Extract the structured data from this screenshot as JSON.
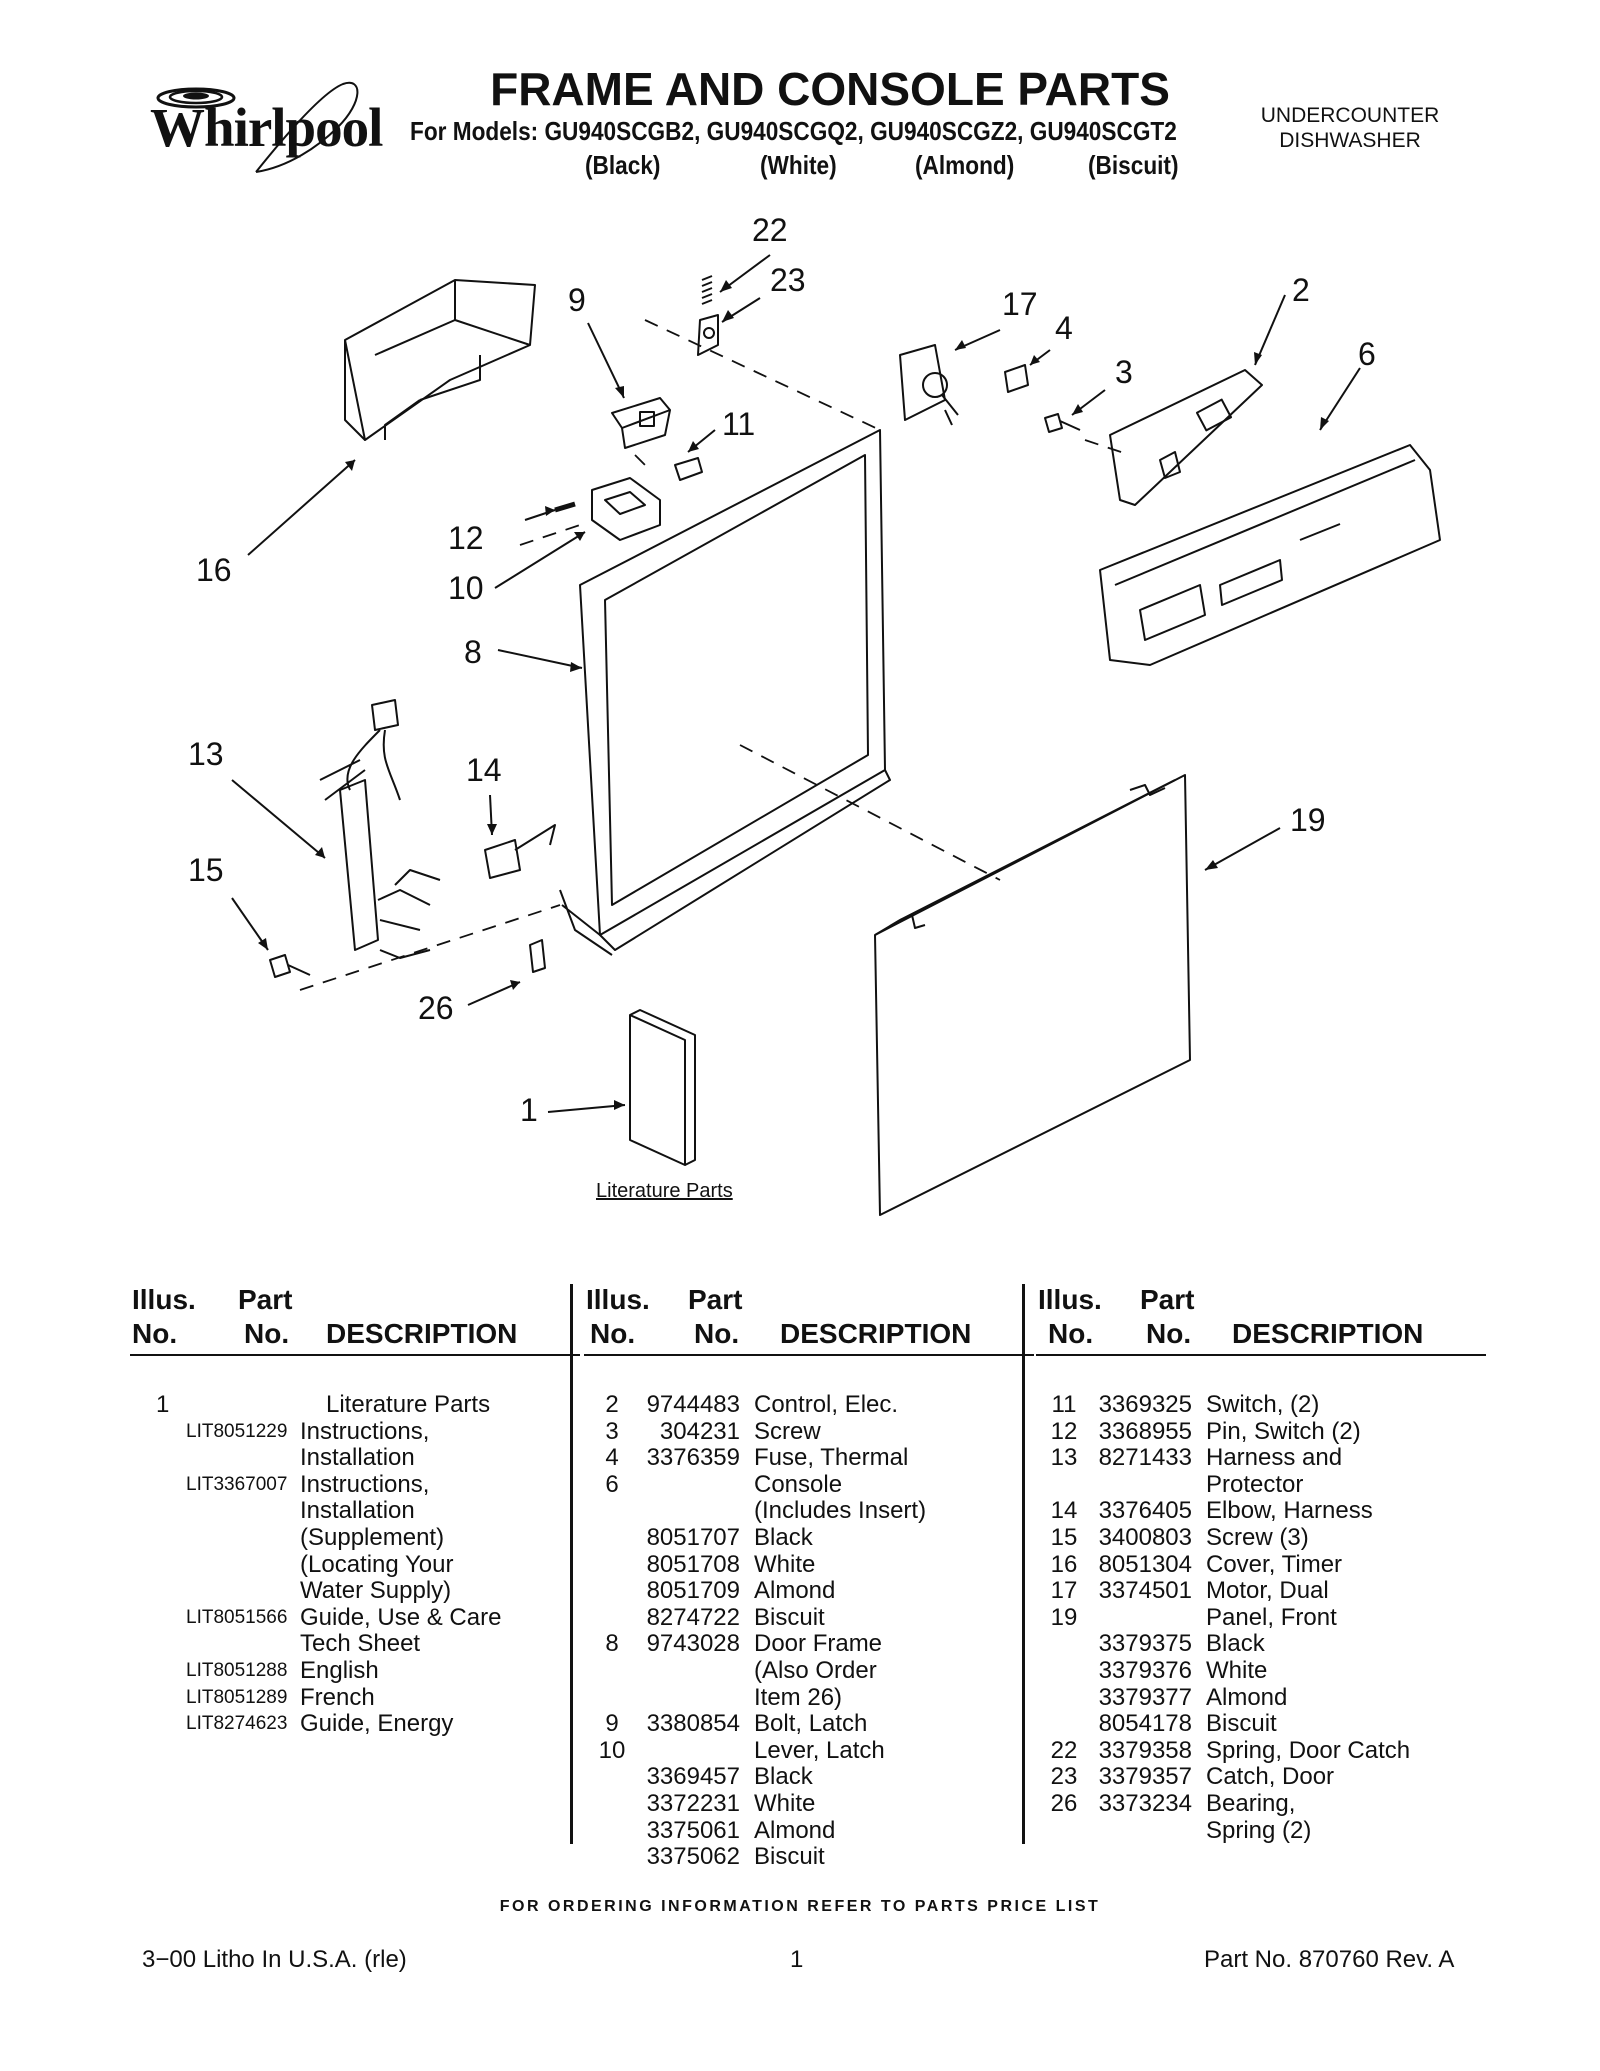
{
  "header": {
    "brand": "Whirlpool",
    "title": "FRAME AND CONSOLE PARTS",
    "models_line": "For Models: GU940SCGB2, GU940SCGQ2, GU940SCGZ2, GU940SCGT2",
    "colors": [
      "(Black)",
      "(White)",
      "(Almond)",
      "(Biscuit)"
    ],
    "appliance_type": [
      "UNDERCOUNTER",
      "DISHWASHER"
    ]
  },
  "diagram": {
    "callouts": [
      "22",
      "23",
      "9",
      "17",
      "4",
      "2",
      "3",
      "6",
      "11",
      "12",
      "10",
      "16",
      "8",
      "13",
      "14",
      "19",
      "15",
      "26",
      "1"
    ],
    "literature_caption": "Literature Parts"
  },
  "table_headers": {
    "illus_1": "Illus.",
    "illus_2": "No.",
    "part_1": "Part",
    "part_2": "No.",
    "description": "DESCRIPTION"
  },
  "parts_columns": [
    [
      {
        "illus": "1",
        "part": "",
        "desc": "Literature Parts"
      },
      {
        "illus": "",
        "part": "LIT8051229",
        "desc": "Instructions,"
      },
      {
        "illus": "",
        "part": "",
        "desc": "Installation"
      },
      {
        "illus": "",
        "part": "LIT3367007",
        "desc": "Instructions,"
      },
      {
        "illus": "",
        "part": "",
        "desc": "Installation"
      },
      {
        "illus": "",
        "part": "",
        "desc": "(Supplement)"
      },
      {
        "illus": "",
        "part": "",
        "desc": "(Locating Your"
      },
      {
        "illus": "",
        "part": "",
        "desc": "Water Supply)"
      },
      {
        "illus": "",
        "part": "LIT8051566",
        "desc": "Guide, Use & Care"
      },
      {
        "illus": "",
        "part": "",
        "desc": "Tech Sheet"
      },
      {
        "illus": "",
        "part": "LIT8051288",
        "desc": "English"
      },
      {
        "illus": "",
        "part": "LIT8051289",
        "desc": "French"
      },
      {
        "illus": "",
        "part": "LIT8274623",
        "desc": "Guide, Energy"
      }
    ],
    [
      {
        "illus": "2",
        "part": "9744483",
        "desc": "Control, Elec."
      },
      {
        "illus": "3",
        "part": "304231",
        "desc": "Screw"
      },
      {
        "illus": "4",
        "part": "3376359",
        "desc": "Fuse, Thermal"
      },
      {
        "illus": "6",
        "part": "",
        "desc": "Console"
      },
      {
        "illus": "",
        "part": "",
        "desc": "(Includes Insert)"
      },
      {
        "illus": "",
        "part": "8051707",
        "desc": "Black"
      },
      {
        "illus": "",
        "part": "8051708",
        "desc": "White"
      },
      {
        "illus": "",
        "part": "8051709",
        "desc": "Almond"
      },
      {
        "illus": "",
        "part": "8274722",
        "desc": "Biscuit"
      },
      {
        "illus": "8",
        "part": "9743028",
        "desc": "Door Frame"
      },
      {
        "illus": "",
        "part": "",
        "desc": "(Also Order"
      },
      {
        "illus": "",
        "part": "",
        "desc": "Item 26)"
      },
      {
        "illus": "9",
        "part": "3380854",
        "desc": "Bolt, Latch"
      },
      {
        "illus": "10",
        "part": "",
        "desc": "Lever, Latch"
      },
      {
        "illus": "",
        "part": "3369457",
        "desc": "Black"
      },
      {
        "illus": "",
        "part": "3372231",
        "desc": "White"
      },
      {
        "illus": "",
        "part": "3375061",
        "desc": "Almond"
      },
      {
        "illus": "",
        "part": "3375062",
        "desc": "Biscuit"
      }
    ],
    [
      {
        "illus": "11",
        "part": "3369325",
        "desc": "Switch, (2)"
      },
      {
        "illus": "12",
        "part": "3368955",
        "desc": "Pin, Switch (2)"
      },
      {
        "illus": "13",
        "part": "8271433",
        "desc": "Harness and"
      },
      {
        "illus": "",
        "part": "",
        "desc": "Protector"
      },
      {
        "illus": "14",
        "part": "3376405",
        "desc": "Elbow, Harness"
      },
      {
        "illus": "15",
        "part": "3400803",
        "desc": "Screw (3)"
      },
      {
        "illus": "16",
        "part": "8051304",
        "desc": "Cover, Timer"
      },
      {
        "illus": "17",
        "part": "3374501",
        "desc": "Motor, Dual"
      },
      {
        "illus": "19",
        "part": "",
        "desc": "Panel, Front"
      },
      {
        "illus": "",
        "part": "3379375",
        "desc": "Black"
      },
      {
        "illus": "",
        "part": "3379376",
        "desc": "White"
      },
      {
        "illus": "",
        "part": "3379377",
        "desc": "Almond"
      },
      {
        "illus": "",
        "part": "8054178",
        "desc": "Biscuit"
      },
      {
        "illus": "22",
        "part": "3379358",
        "desc": "Spring, Door Catch"
      },
      {
        "illus": "23",
        "part": "3379357",
        "desc": "Catch, Door"
      },
      {
        "illus": "26",
        "part": "3373234",
        "desc": "Bearing,"
      },
      {
        "illus": "",
        "part": "",
        "desc": "Spring (2)"
      }
    ]
  ],
  "footer": {
    "ordering_note": "FOR ORDERING INFORMATION REFER TO PARTS PRICE LIST",
    "litho": "3−00 Litho In U.S.A. (rle)",
    "page_number": "1",
    "part_number": "Part No. 870760 Rev. A"
  }
}
